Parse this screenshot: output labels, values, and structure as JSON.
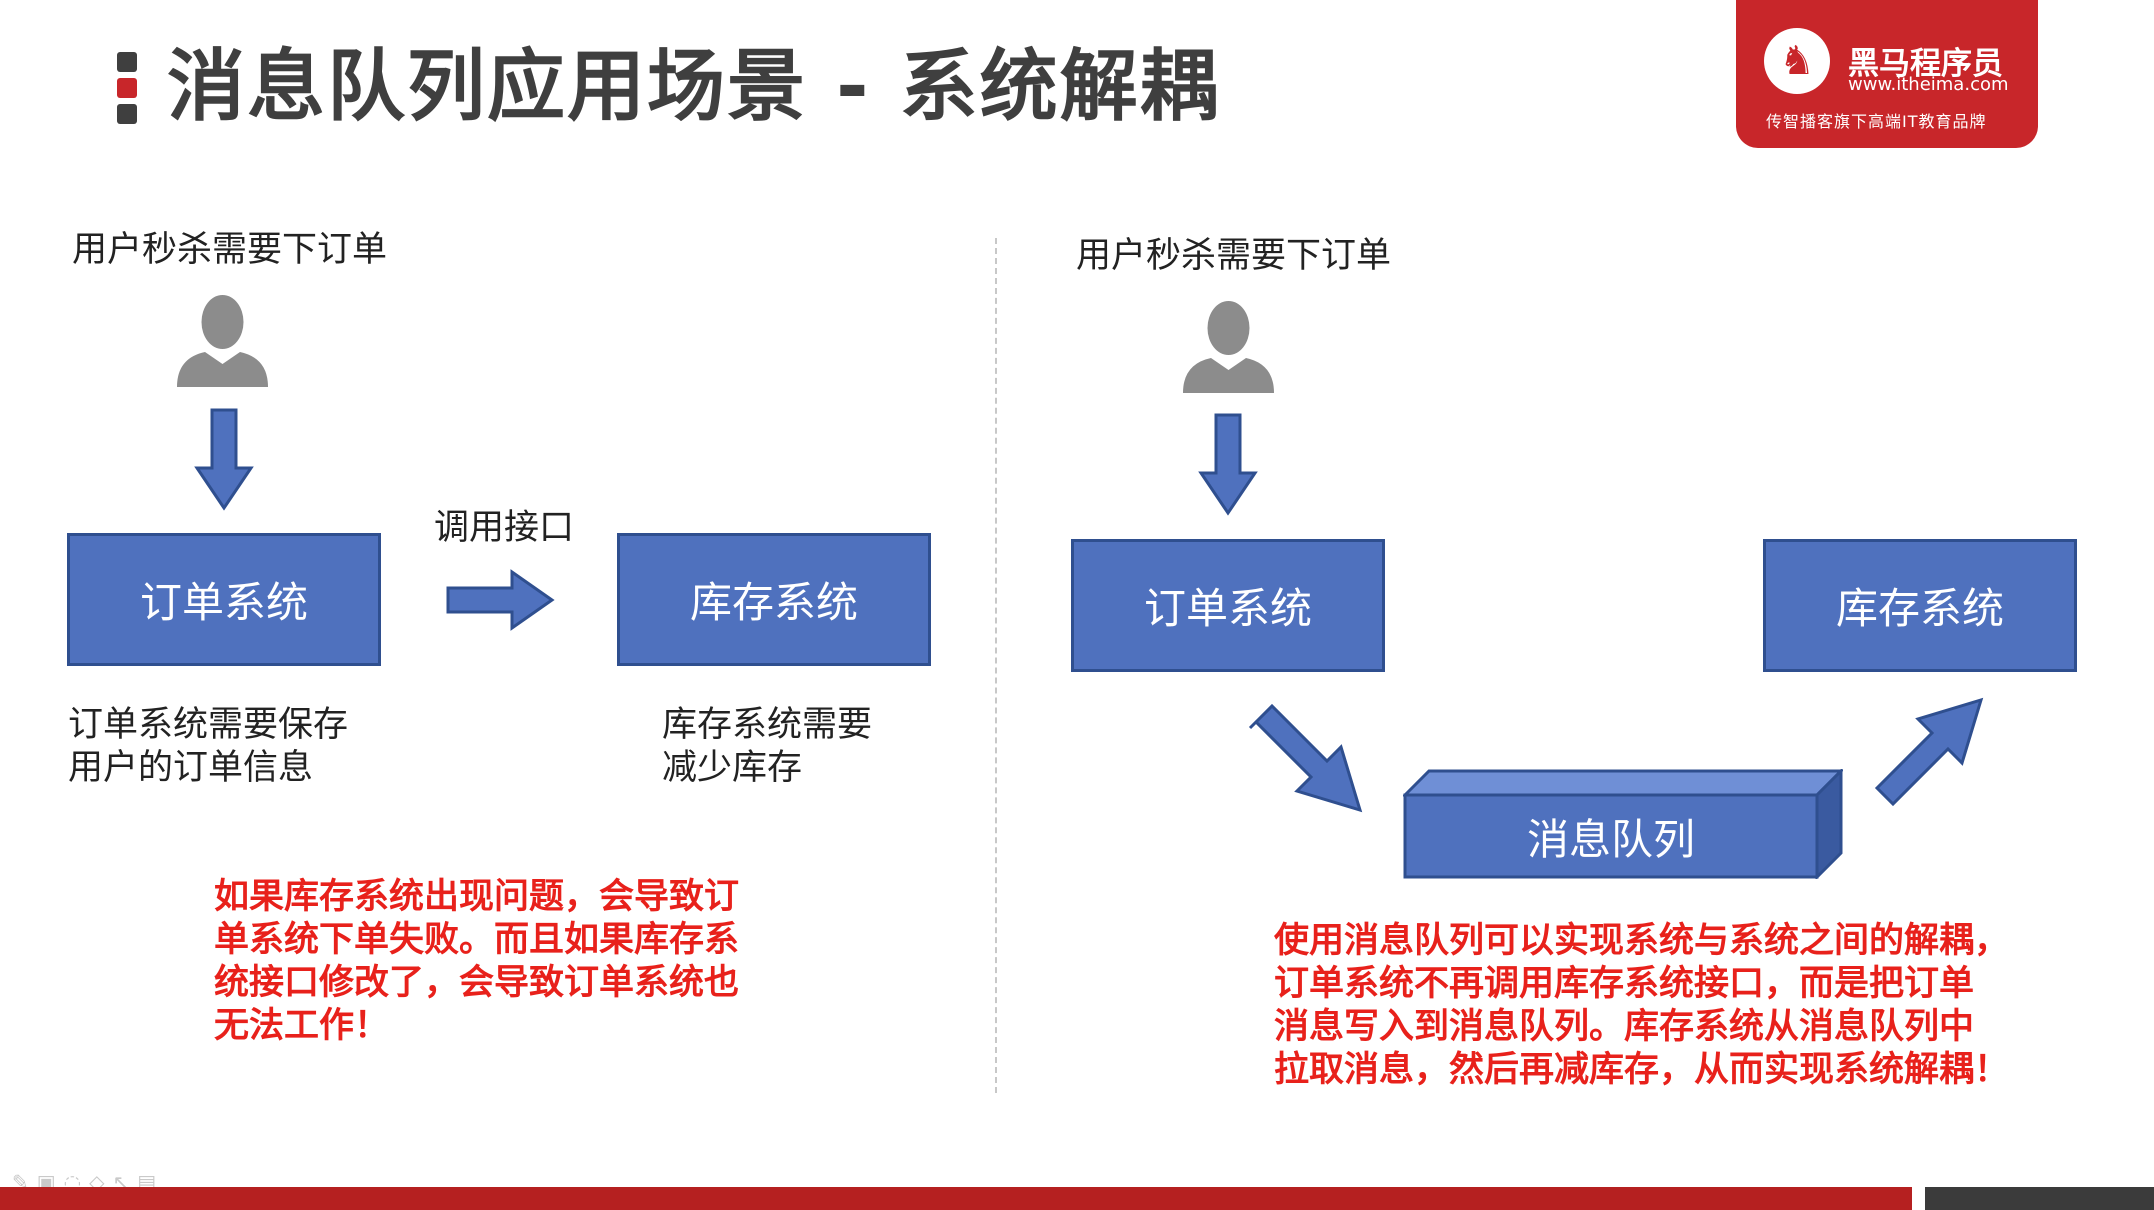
{
  "title": "消息队列应用场景 - 系统解耦",
  "logo": {
    "name": "黑马程序员",
    "url": "www.itheima.com",
    "slogan": "传智播客旗下高端IT教育品牌",
    "icon": "horse-logo-icon"
  },
  "left": {
    "user_label": "用户秒杀需要下订单",
    "order_box": "订单系统",
    "inventory_box": "库存系统",
    "call_label": "调用接口",
    "order_desc": [
      "订单系统需要保存",
      "用户的订单信息"
    ],
    "inventory_desc": [
      "库存系统需要",
      "减少库存"
    ],
    "warning": [
      "如果库存系统出现问题，会导致订",
      "单系统下单失败。而且如果库存系",
      "统接口修改了，会导致订单系统也",
      "无法工作！"
    ]
  },
  "right": {
    "user_label": "用户秒杀需要下订单",
    "order_box": "订单系统",
    "inventory_box": "库存系统",
    "queue_box": "消息队列",
    "explanation": [
      "使用消息队列可以实现系统与系统之间的解耦，",
      "订单系统不再调用库存系统接口，而是把订单",
      "消息写入到消息队列。库存系统从消息队列中",
      "拉取消息，然后再减库存，从而实现系统解耦！"
    ]
  },
  "colors": {
    "box_fill": "#4f71be",
    "box_border": "#2f4f8f",
    "warning_text": "#e8211b",
    "brand_red": "#c8262a"
  }
}
